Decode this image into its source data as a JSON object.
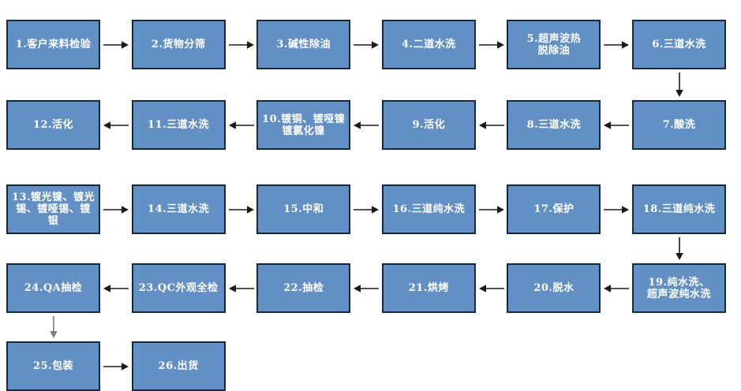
{
  "diagram": {
    "type": "flowchart",
    "colors": {
      "background": "#ffffff",
      "box_fill": "#6390c4",
      "box_border": "#17293e",
      "box_text": "#ffffff",
      "arrow": "#1a1a1a",
      "arrow_gray": "#7f7f7f"
    },
    "nodes": [
      {
        "id": 1,
        "row": 0,
        "col": 0,
        "lines": [
          "1.客户来料检验"
        ]
      },
      {
        "id": 2,
        "row": 0,
        "col": 1,
        "lines": [
          "2.货物分筛"
        ]
      },
      {
        "id": 3,
        "row": 0,
        "col": 2,
        "lines": [
          "3.碱性除油"
        ]
      },
      {
        "id": 4,
        "row": 0,
        "col": 3,
        "lines": [
          "4.二道水洗"
        ]
      },
      {
        "id": 5,
        "row": 0,
        "col": 4,
        "lines": [
          "5.超声波热",
          "脱除油"
        ]
      },
      {
        "id": 6,
        "row": 0,
        "col": 5,
        "lines": [
          "6.三道水洗"
        ]
      },
      {
        "id": 7,
        "row": 1,
        "col": 5,
        "lines": [
          "7.酸洗"
        ]
      },
      {
        "id": 8,
        "row": 1,
        "col": 4,
        "lines": [
          "8.三道水洗"
        ]
      },
      {
        "id": 9,
        "row": 1,
        "col": 3,
        "lines": [
          "9.活化"
        ]
      },
      {
        "id": 10,
        "row": 1,
        "col": 2,
        "lines": [
          "10.镀铜、镀哑镍",
          "镀氯化镍"
        ]
      },
      {
        "id": 11,
        "row": 1,
        "col": 1,
        "lines": [
          "11.三道水洗"
        ]
      },
      {
        "id": 12,
        "row": 1,
        "col": 0,
        "lines": [
          "12.活化"
        ]
      },
      {
        "id": 13,
        "row": 2,
        "col": 0,
        "lines": [
          "13.镀光镍、镀光",
          "锡、镀哑锡、镀",
          "银"
        ]
      },
      {
        "id": 14,
        "row": 2,
        "col": 1,
        "lines": [
          "14.三道水洗"
        ]
      },
      {
        "id": 15,
        "row": 2,
        "col": 2,
        "lines": [
          "15.中和"
        ]
      },
      {
        "id": 16,
        "row": 2,
        "col": 3,
        "lines": [
          "16.三道纯水洗"
        ]
      },
      {
        "id": 17,
        "row": 2,
        "col": 4,
        "lines": [
          "17.保护"
        ]
      },
      {
        "id": 18,
        "row": 2,
        "col": 5,
        "lines": [
          "18.三道纯水洗"
        ]
      },
      {
        "id": 19,
        "row": 3,
        "col": 5,
        "lines": [
          "19.纯水洗、",
          "超声波纯水洗"
        ]
      },
      {
        "id": 20,
        "row": 3,
        "col": 4,
        "lines": [
          "20.脱水"
        ]
      },
      {
        "id": 21,
        "row": 3,
        "col": 3,
        "lines": [
          "21.烘烤"
        ]
      },
      {
        "id": 22,
        "row": 3,
        "col": 2,
        "lines": [
          "22.抽检"
        ]
      },
      {
        "id": 23,
        "row": 3,
        "col": 1,
        "lines": [
          "23.QC外观全检"
        ]
      },
      {
        "id": 24,
        "row": 3,
        "col": 0,
        "lines": [
          "24.QA抽检"
        ]
      },
      {
        "id": 25,
        "row": 4,
        "col": 0,
        "lines": [
          "25.包装"
        ]
      },
      {
        "id": 26,
        "row": 4,
        "col": 1,
        "lines": [
          "26.出货"
        ]
      }
    ],
    "arrows": [
      {
        "type": "h",
        "row": 0,
        "col": 0,
        "dir": "right",
        "color": "arrow"
      },
      {
        "type": "h",
        "row": 0,
        "col": 1,
        "dir": "right",
        "color": "arrow"
      },
      {
        "type": "h",
        "row": 0,
        "col": 2,
        "dir": "right",
        "color": "arrow"
      },
      {
        "type": "h",
        "row": 0,
        "col": 3,
        "dir": "right",
        "color": "arrow"
      },
      {
        "type": "h",
        "row": 0,
        "col": 4,
        "dir": "right",
        "color": "arrow"
      },
      {
        "type": "v",
        "col": 5,
        "row": 0,
        "color": "arrow"
      },
      {
        "type": "h",
        "row": 1,
        "col": 4,
        "dir": "left",
        "color": "arrow"
      },
      {
        "type": "h",
        "row": 1,
        "col": 3,
        "dir": "left",
        "color": "arrow"
      },
      {
        "type": "h",
        "row": 1,
        "col": 2,
        "dir": "left",
        "color": "arrow"
      },
      {
        "type": "h",
        "row": 1,
        "col": 1,
        "dir": "left",
        "color": "arrow"
      },
      {
        "type": "h",
        "row": 1,
        "col": 0,
        "dir": "left",
        "color": "arrow"
      },
      {
        "type": "h",
        "row": 2,
        "col": 0,
        "dir": "right",
        "color": "arrow"
      },
      {
        "type": "h",
        "row": 2,
        "col": 1,
        "dir": "right",
        "color": "arrow"
      },
      {
        "type": "h",
        "row": 2,
        "col": 2,
        "dir": "right",
        "color": "arrow"
      },
      {
        "type": "h",
        "row": 2,
        "col": 3,
        "dir": "right",
        "color": "arrow"
      },
      {
        "type": "h",
        "row": 2,
        "col": 4,
        "dir": "right",
        "color": "arrow"
      },
      {
        "type": "v",
        "col": 5,
        "row": 2,
        "color": "arrow"
      },
      {
        "type": "h",
        "row": 3,
        "col": 4,
        "dir": "left",
        "color": "arrow"
      },
      {
        "type": "h",
        "row": 3,
        "col": 3,
        "dir": "left",
        "color": "arrow"
      },
      {
        "type": "h",
        "row": 3,
        "col": 2,
        "dir": "left",
        "color": "arrow"
      },
      {
        "type": "h",
        "row": 3,
        "col": 1,
        "dir": "left",
        "color": "arrow"
      },
      {
        "type": "h",
        "row": 3,
        "col": 0,
        "dir": "left",
        "color": "arrow"
      },
      {
        "type": "v",
        "col": 0,
        "row": 3,
        "color": "arrow_gray"
      },
      {
        "type": "h",
        "row": 4,
        "col": 0,
        "dir": "right",
        "color": "arrow"
      }
    ]
  }
}
